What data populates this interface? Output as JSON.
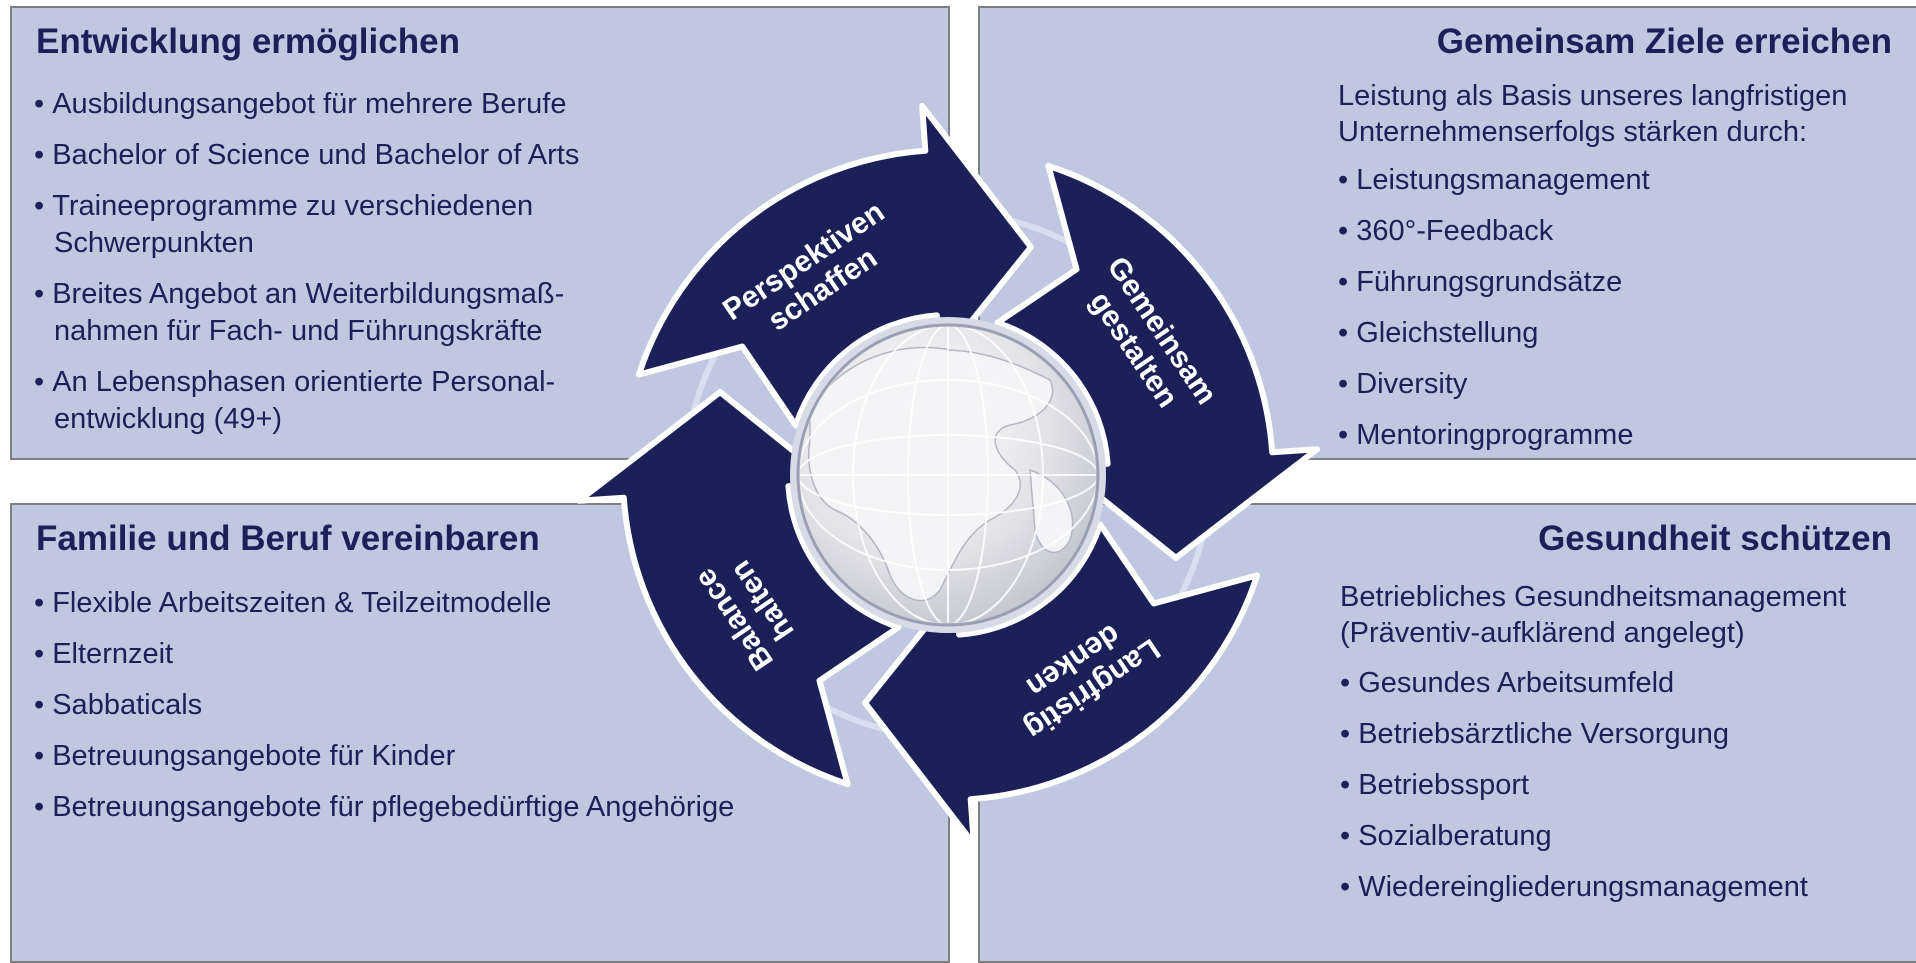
{
  "colors": {
    "panel_bg": "#bfc8e0",
    "panel_border": "#7f7f80",
    "text": "#1b2158",
    "arrow": "#1b2158",
    "arrow_label": "#ffffff",
    "globe": "#e6e6ea"
  },
  "panels": {
    "top_left": {
      "title": "Entwicklung ermöglichen",
      "items": [
        "Ausbildungsangebot für mehrere Berufe",
        "Bachelor of Science und Bachelor of Arts",
        "Traineeprogramme zu verschiedenen Schwerpunkten",
        "Breites Angebot an Weiterbildungsmaß-nahmen für Fach- und Führungskräfte",
        "An Lebensphasen orientierte Personal-entwicklung (49+)"
      ]
    },
    "top_right": {
      "title": "Gemeinsam Ziele erreichen",
      "intro": "Leistung als Basis unseres langfristigen Unternehmenserfolgs stärken durch:",
      "items": [
        "Leistungsmanagement",
        "360°-Feedback",
        "Führungsgrundsätze",
        "Gleichstellung",
        "Diversity",
        "Mentoringprogramme"
      ]
    },
    "bottom_left": {
      "title": "Familie und Beruf vereinbaren",
      "items": [
        "Flexible Arbeitszeiten & Teilzeitmodelle",
        "Elternzeit",
        "Sabbaticals",
        "Betreuungsangebote für Kinder",
        "Betreuungsangebote für pflegebedürftige Angehörige"
      ]
    },
    "bottom_right": {
      "title": "Gesundheit schützen",
      "intro": "Betriebliches Gesundheitsmanagement (Präventiv-aufklärend angelegt)",
      "items": [
        "Gesundes Arbeitsumfeld",
        "Betriebsärztliche Versorgung",
        "Betriebssport",
        "Sozialberatung",
        "Wiedereingliederungsmanagement"
      ]
    }
  },
  "cycle": {
    "arrows": [
      {
        "line1": "Perspektiven",
        "line2": "schaffen"
      },
      {
        "line1": "Gemeinsam",
        "line2": "gestalten"
      },
      {
        "line1": "Langfristig",
        "line2": "denken"
      },
      {
        "line1": "Balance",
        "line2": "halten"
      }
    ],
    "center_icon": "globe-icon"
  }
}
